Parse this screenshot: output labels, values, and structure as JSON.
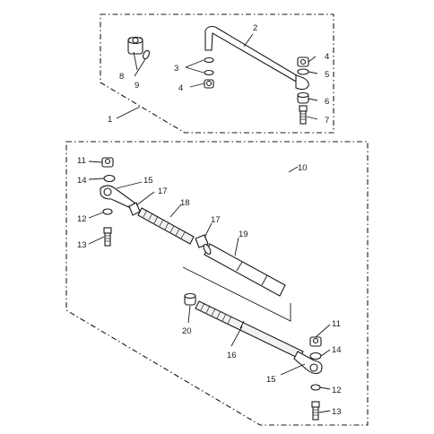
{
  "diagram": {
    "upper_group_callout": "1",
    "lower_group_callout": "10",
    "callouts": {
      "c2": "2",
      "c3": "3",
      "c4a": "4",
      "c4b": "4",
      "c5": "5",
      "c6": "6",
      "c7": "7",
      "c8": "8",
      "c9": "9",
      "c11a": "11",
      "c11b": "11",
      "c12a": "12",
      "c12b": "12",
      "c13a": "13",
      "c13b": "13",
      "c14a": "14",
      "c14b": "14",
      "c15a": "15",
      "c15b": "15",
      "c16": "16",
      "c17a": "17",
      "c17b": "17",
      "c18": "18",
      "c19": "19",
      "c20": "20"
    }
  }
}
